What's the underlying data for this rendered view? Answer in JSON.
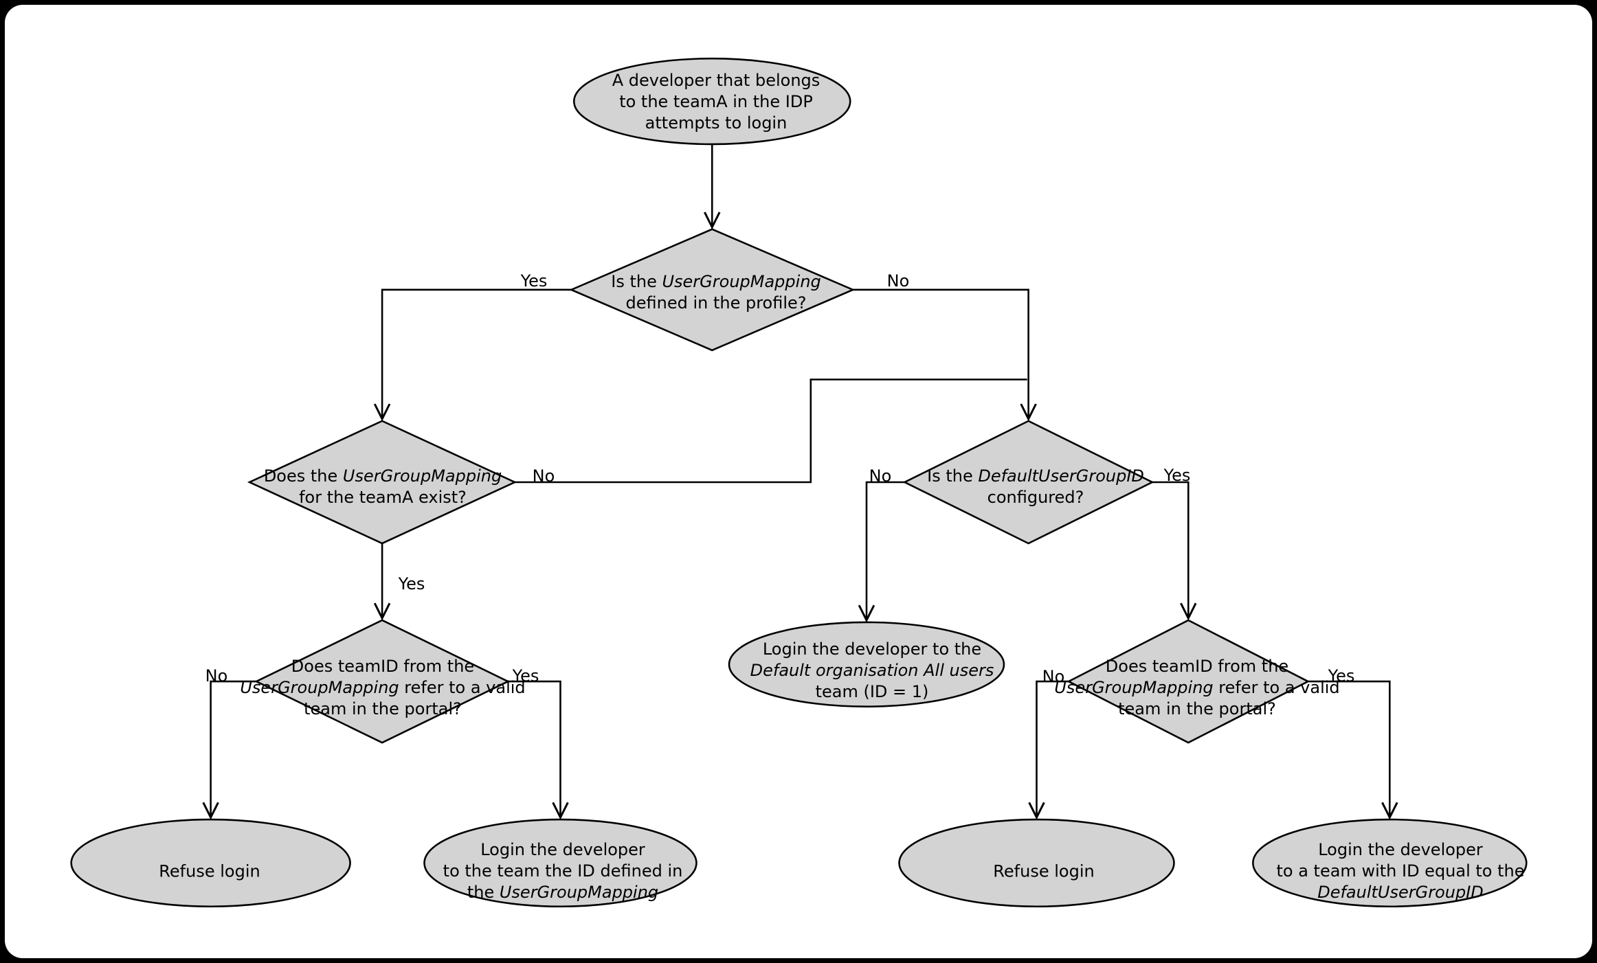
{
  "colors": {
    "outer_bg": "#000000",
    "canvas_bg": "#ffffff",
    "node_fill": "#d3d3d3",
    "node_stroke": "#000000",
    "edge_line": "#000000",
    "text_color": "#000000"
  },
  "nodes": {
    "start": {
      "shape": "ellipse",
      "lines": [
        [
          {
            "t": "A developer that belongs"
          }
        ],
        [
          {
            "t": "to the teamA in the IDP"
          }
        ],
        [
          {
            "t": "attempts to login"
          }
        ]
      ]
    },
    "q_mapping_defined": {
      "shape": "diamond",
      "lines": [
        [
          {
            "t": "Is the "
          },
          {
            "t": "UserGroupMapping",
            "it": true
          }
        ],
        [
          {
            "t": "defined in the profile?"
          }
        ]
      ]
    },
    "q_mapping_exists": {
      "shape": "diamond",
      "lines": [
        [
          {
            "t": "Does the "
          },
          {
            "t": "UserGroupMapping",
            "it": true
          }
        ],
        [
          {
            "t": "for the teamA exist?"
          }
        ]
      ]
    },
    "q_default_id_configured": {
      "shape": "diamond",
      "lines": [
        [
          {
            "t": "Is the "
          },
          {
            "t": "DefaultUserGroupID",
            "it": true
          }
        ],
        [
          {
            "t": "configured?"
          }
        ]
      ]
    },
    "q_teamid_valid_left": {
      "shape": "diamond",
      "lines": [
        [
          {
            "t": "Does teamID from the"
          }
        ],
        [
          {
            "t": "UserGroupMapping",
            "it": true
          },
          {
            "t": " refer to a valid"
          }
        ],
        [
          {
            "t": "team in the portal?"
          }
        ]
      ]
    },
    "q_teamid_valid_right": {
      "shape": "diamond",
      "lines": [
        [
          {
            "t": "Does teamID from the"
          }
        ],
        [
          {
            "t": "UserGroupMapping",
            "it": true
          },
          {
            "t": " refer to a valid"
          }
        ],
        [
          {
            "t": "team in the portal?"
          }
        ]
      ]
    },
    "out_refuse_left": {
      "shape": "ellipse",
      "lines": [
        [
          {
            "t": "Refuse login"
          }
        ]
      ]
    },
    "out_login_mapping_team": {
      "shape": "ellipse",
      "lines": [
        [
          {
            "t": "Login the developer"
          }
        ],
        [
          {
            "t": "to the team the ID defined in"
          }
        ],
        [
          {
            "t": "the "
          },
          {
            "t": "UserGroupMapping",
            "it": true
          }
        ]
      ]
    },
    "out_login_default_org": {
      "shape": "ellipse",
      "lines": [
        [
          {
            "t": "Login the developer to the"
          }
        ],
        [
          {
            "t": "Default organisation All users",
            "it": true
          }
        ],
        [
          {
            "t": "team (ID = 1)"
          }
        ]
      ]
    },
    "out_refuse_right": {
      "shape": "ellipse",
      "lines": [
        [
          {
            "t": "Refuse login"
          }
        ]
      ]
    },
    "out_login_default_id": {
      "shape": "ellipse",
      "lines": [
        [
          {
            "t": "Login the developer"
          }
        ],
        [
          {
            "t": "to a team with ID equal to the"
          }
        ],
        [
          {
            "t": "DefaultUserGroupID",
            "it": true
          }
        ]
      ]
    }
  },
  "edge_labels": {
    "mapping_defined_yes": "Yes",
    "mapping_defined_no": "No",
    "mapping_exists_no": "No",
    "mapping_exists_yes": "Yes",
    "default_configured_no": "No",
    "default_configured_yes": "Yes",
    "teamid_valid_left_no": "No",
    "teamid_valid_left_yes": "Yes",
    "teamid_valid_right_no": "No",
    "teamid_valid_right_yes": "Yes"
  }
}
